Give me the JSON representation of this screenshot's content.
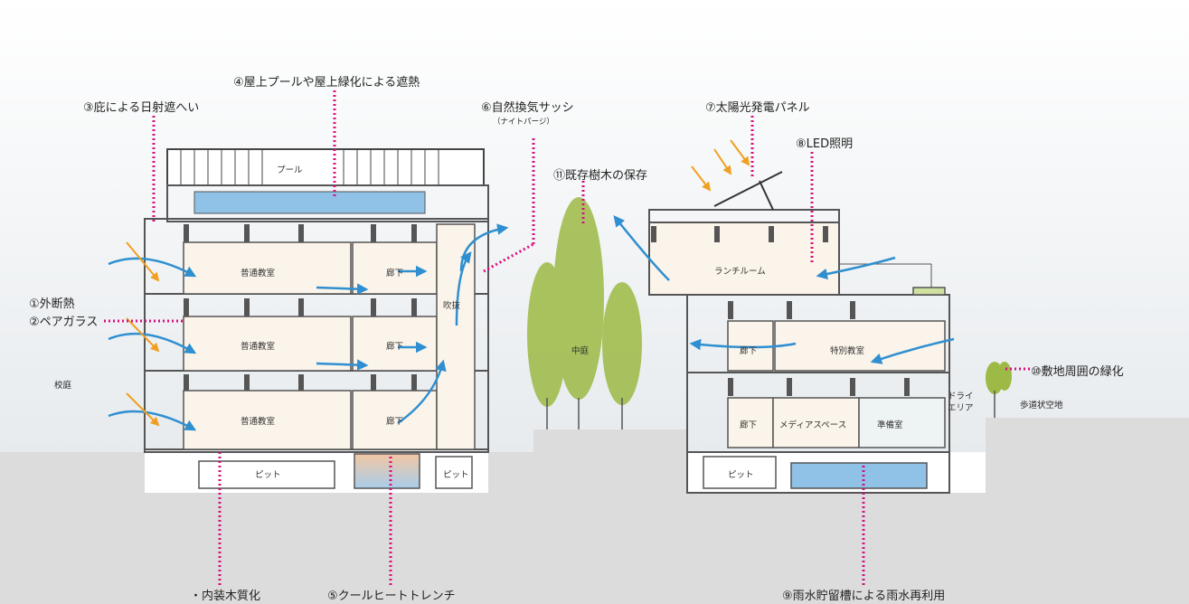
{
  "callouts": {
    "c1": "①外断熱",
    "c2": "②ペアガラス",
    "c3": "③庇による日射遮へい",
    "c4": "④屋上プールや屋上緑化による遮熱",
    "c5": "⑤クールヒートトレンチ",
    "c6": "⑥自然換気サッシ",
    "c6_sub": "（ナイトパージ）",
    "c7": "⑦太陽光発電パネル",
    "c8": "⑧LED照明",
    "c9": "⑨雨水貯留槽による雨水再利用",
    "c10": "⑩敷地周囲の緑化",
    "c11": "⑪既存樹木の保存",
    "interior_wood": "・内装木質化"
  },
  "rooms": {
    "pool": "プール",
    "classroom_3": "普通教室",
    "classroom_2": "普通教室",
    "classroom_1": "普通教室",
    "corridor_3": "廊下",
    "corridor_2": "廊下",
    "corridor_1": "廊下",
    "atrium": "吹抜",
    "pit_left": "ピット",
    "pit_mid": "ピット",
    "courtyard": "中庭",
    "lunchroom": "ランチルーム",
    "corridor_r2": "廊下",
    "special_classroom": "特別教室",
    "corridor_r1": "廊下",
    "media_space": "メディアスペース",
    "prep_room": "準備室",
    "dry_area_1": "ドライ",
    "dry_area_2": "エリア",
    "pit_right": "ピット",
    "schoolyard": "校庭",
    "sidewalk": "歩道状空地"
  },
  "colors": {
    "callout_line": "#d6107f",
    "airflow": "#2f8fd0",
    "sunlight": "#f0a020",
    "tree": "#9cba45",
    "water": "#8fc2e6",
    "room_fill": "#fbf4ea",
    "structure": "#555555",
    "ground": "#dddddd",
    "sky": "#eef1f3"
  }
}
